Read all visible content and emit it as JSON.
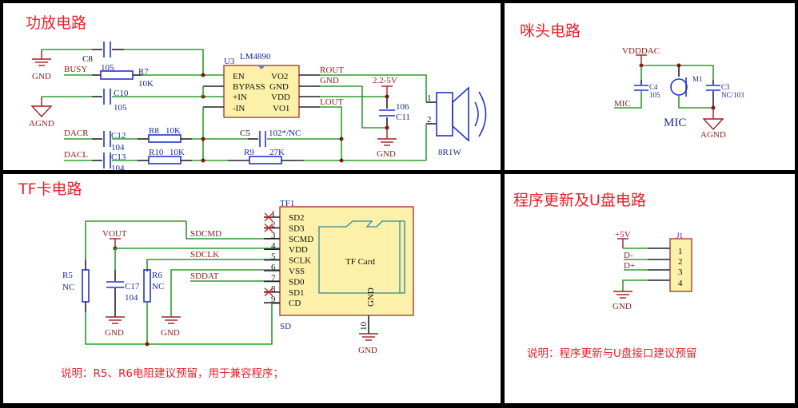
{
  "panels": {
    "amp": {
      "title": "功放电路",
      "chip": {
        "ref": "U3",
        "part": "LM4890",
        "left_pins": [
          "EN",
          "BYPASS",
          "+IN",
          "-IN"
        ],
        "right_pins": [
          "VO2",
          "GND",
          "VDD",
          "VO1"
        ]
      },
      "labels": {
        "gnd_left": "GND",
        "agnd_left": "AGND",
        "busy": "BUSY",
        "c8": "C8",
        "c8_val": "105",
        "r7": "R7",
        "r7_val": "10K",
        "c10": "C10",
        "c10_val": "105",
        "dacr": "DACR",
        "dacl": "DACL",
        "c12": "C12",
        "c12_val": "104",
        "c13": "C13",
        "c13_val": "104",
        "r8": "R8",
        "r8_val": "10K",
        "r10": "R10",
        "r10_val": "10K",
        "c5": "C5",
        "c5_val": "102*/NC",
        "r9": "R9",
        "r9_val": "27K",
        "rout": "ROUT",
        "gnd_net": "GND",
        "lout": "LOUT",
        "vsupply": "2.2-5V",
        "c11": "C11",
        "c11_val": "106",
        "gnd_bottom": "GND",
        "spk_pin1": "1",
        "spk_pin2": "2",
        "spk_label": "8R1W"
      }
    },
    "mic": {
      "title": "咪头电路",
      "labels": {
        "vdddac": "VDDDAC",
        "c4": "C4",
        "c4_val": "105",
        "m1": "M1",
        "c3": "C3",
        "c3_val": "NC/103",
        "mic_net": "MIC",
        "mic_part": "MIC",
        "agnd": "AGND"
      }
    },
    "tf": {
      "title": "TF卡电路",
      "card": {
        "ref": "TF1",
        "name": "SD",
        "body_label": "TF Card",
        "gnd_pin_label": "GND",
        "gnd_pin_num": "10",
        "pins": [
          {
            "num": "1",
            "name": "SD2",
            "nc": true
          },
          {
            "num": "2",
            "name": "SD3",
            "nc": true
          },
          {
            "num": "3",
            "name": "SCMD",
            "nc": false
          },
          {
            "num": "4",
            "name": "VDD",
            "nc": false
          },
          {
            "num": "5",
            "name": "SCLK",
            "nc": false
          },
          {
            "num": "6",
            "name": "VSS",
            "nc": false
          },
          {
            "num": "7",
            "name": "SD0",
            "nc": false
          },
          {
            "num": "8",
            "name": "SD1",
            "nc": true
          },
          {
            "num": "9",
            "name": "CD",
            "nc": false
          }
        ]
      },
      "labels": {
        "vout": "VOUT",
        "sdcmd": "SDCMD",
        "sdclk": "SDCLK",
        "sddat": "SDDAT",
        "r5": "R5",
        "r5_val": "NC",
        "r6": "R6",
        "r6_val": "NC",
        "c17": "C17",
        "c17_val": "104",
        "gnd1": "GND",
        "gnd2": "GND",
        "gnd3": "GND"
      },
      "note": "说明：R5、R6电阻建议预留，用于兼容程序；"
    },
    "usb": {
      "title": "程序更新及U盘电路",
      "connector": {
        "ref": "J1",
        "pins": [
          "1",
          "2",
          "3",
          "4"
        ]
      },
      "labels": {
        "v5": "+5V",
        "dminus": "D-",
        "dplus": "D+",
        "gnd": "GND"
      },
      "note": "说明：程序更新与U盘接口建议预留"
    }
  },
  "colors": {
    "title_red": "#e8202a",
    "wire_green": "#2e9b2e",
    "component_blue": "#2233cc",
    "net_label": "#8b1a1a",
    "chip_fill": "#fdf0a8"
  }
}
